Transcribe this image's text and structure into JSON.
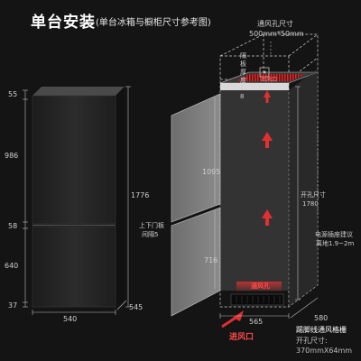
{
  "header": {
    "title": "单台安装",
    "subtitle": "(单台冰箱与橱柜尺寸参考图)"
  },
  "fridge": {
    "dims": {
      "top_gap": "55",
      "upper_door": "986",
      "middle_gap": "58",
      "lower_door": "640",
      "bottom_gap": "37",
      "total_height": "1776",
      "width": "540",
      "depth": "545"
    }
  },
  "cabinet": {
    "vent_top_label": "通风孔尺寸",
    "vent_top_size": "500mm*50mm",
    "partition_label": "隔板厚度18",
    "outlet_label": "出风口",
    "door_upper": "1095",
    "door_lower": "716",
    "door_gap_label_1": "上下门板",
    "door_gap_label_2": "间隔5",
    "opening_height_label": "开孔尺寸",
    "opening_height_value": "1780",
    "socket_label_1": "电源插座建议",
    "socket_label_2": "离地1.9~2m",
    "vent_label": "通风孔",
    "inlet_label": "进风口",
    "opening_width": "565",
    "cabinet_depth": "580",
    "grille_label_1": "踢脚线通风格栅",
    "grille_label_2": "开孔尺寸:",
    "grille_label_3": "370mmX64mm"
  },
  "colors": {
    "background": "#141414",
    "fridge_body": "#262626",
    "accent_red": "#e23030",
    "dashed_line": "#cfcfcf"
  },
  "icons": {
    "socket": "power-socket-icon",
    "arrows": "airflow-arrow-icon"
  }
}
